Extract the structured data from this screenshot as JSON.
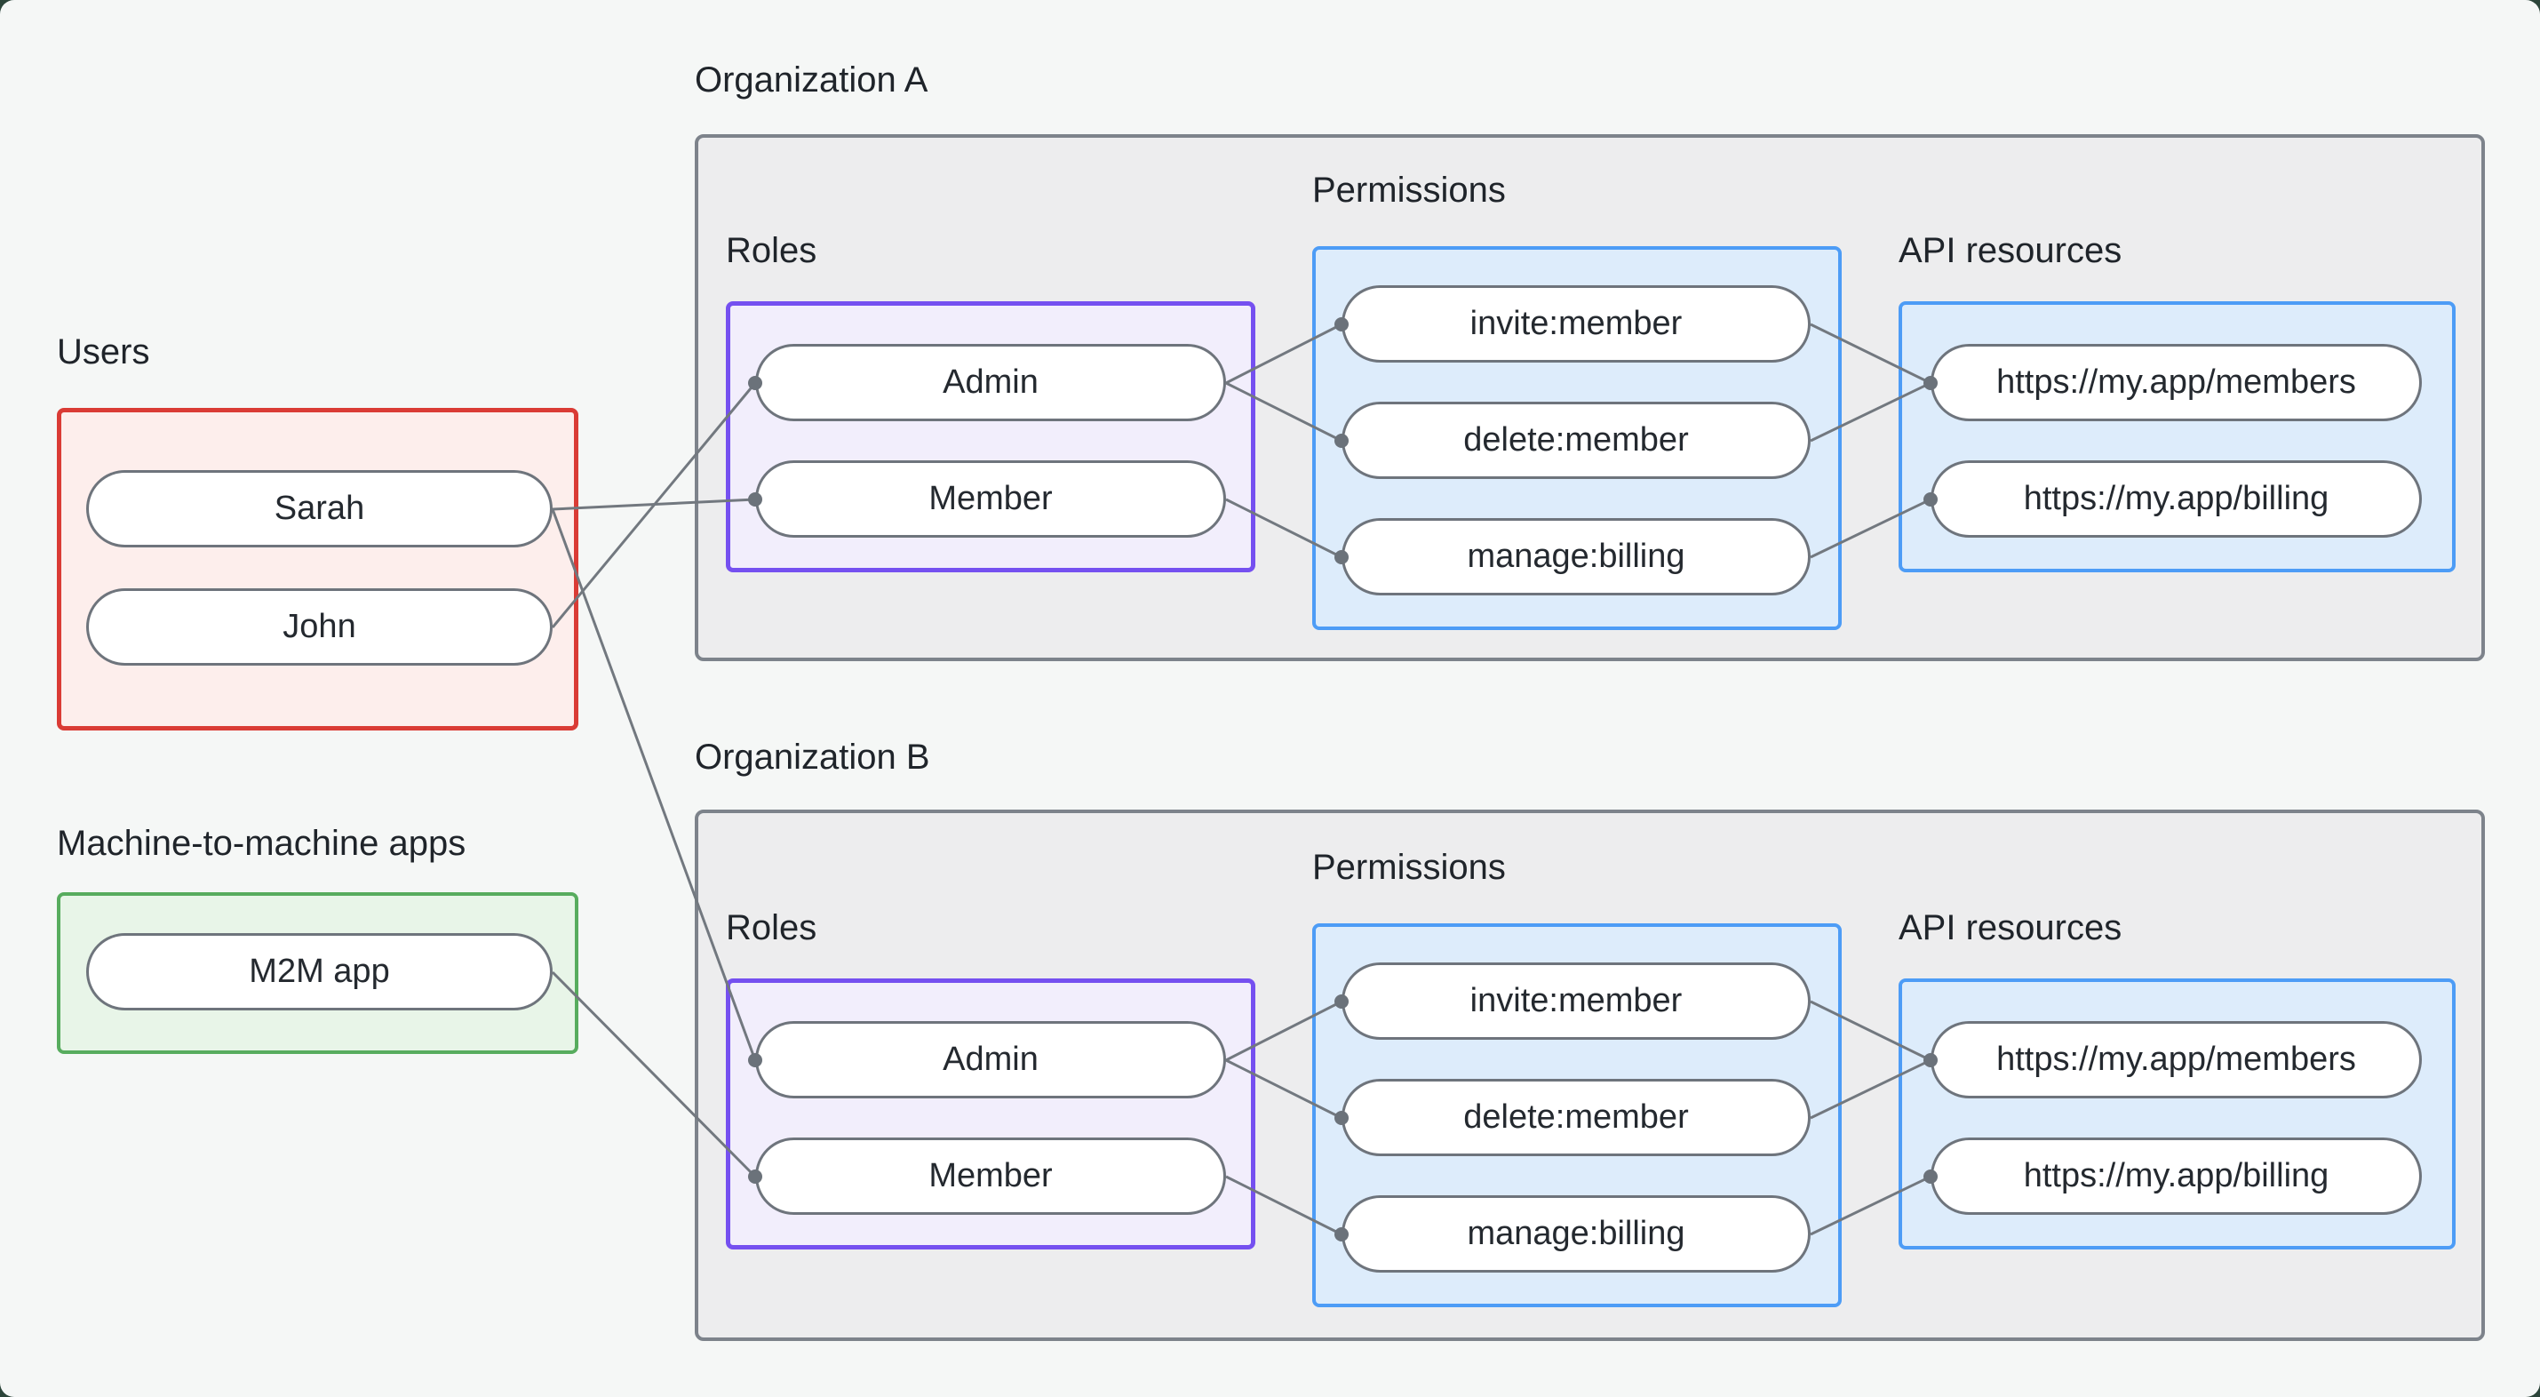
{
  "colors": {
    "page_background": "#f5f7f6",
    "window_frame": "#2c453a",
    "org_border": "#7d838b",
    "org_fill": "#ededee",
    "users_border": "#da3b35",
    "users_fill": "#fdeeec",
    "m2m_border": "#57ac5e",
    "m2m_fill": "#e8f5e8",
    "roles_border": "#7550f0",
    "roles_fill": "#f2eefc",
    "permissions_border": "#4d9cf6",
    "permissions_fill": "#ddecfb",
    "node_border": "#6e747c",
    "node_fill": "#ffffff",
    "edge_line": "#72787f",
    "text": "#1f242a"
  },
  "diagram": {
    "users_group": {
      "title": "Users",
      "style": "border-color:#da3b35;background:#fdeeec;",
      "nodes": [
        "Sarah",
        "John"
      ]
    },
    "m2m_group": {
      "title": "Machine-to-machine apps",
      "style": "border-color:#57ac5e;background:#e8f5e8;",
      "nodes": [
        "M2M app"
      ]
    },
    "organizations": [
      {
        "title": "Organization A",
        "style": "border-color:#7d838b;background:#ededee;",
        "sections": {
          "roles": {
            "title": "Roles",
            "style": "border-color:#7550f0;background:#f2eefc;",
            "nodes": [
              "Admin",
              "Member"
            ]
          },
          "permissions": {
            "title": "Permissions",
            "style": "border-color:#4d9cf6;background:#ddecfb;",
            "nodes": [
              "invite:member",
              "delete:member",
              "manage:billing"
            ]
          },
          "api_resources": {
            "title": "API resources",
            "style": "border-color:#4d9cf6;background:#ddecfb;",
            "nodes": [
              "https://my.app/members",
              "https://my.app/billing"
            ]
          }
        }
      },
      {
        "title": "Organization B",
        "style": "border-color:#7d838b;background:#ededee;",
        "sections": {
          "roles": {
            "title": "Roles",
            "style": "border-color:#7550f0;background:#f2eefc;",
            "nodes": [
              "Admin",
              "Member"
            ]
          },
          "permissions": {
            "title": "Permissions",
            "style": "border-color:#4d9cf6;background:#ddecfb;",
            "nodes": [
              "invite:member",
              "delete:member",
              "manage:billing"
            ]
          },
          "api_resources": {
            "title": "API resources",
            "style": "border-color:#4d9cf6;background:#ddecfb;",
            "nodes": [
              "https://my.app/members",
              "https://my.app/billing"
            ]
          }
        }
      }
    ],
    "edges": [
      {
        "from": "Sarah",
        "to": "Organization A / Member"
      },
      {
        "from": "John",
        "to": "Organization A / Admin"
      },
      {
        "from": "Sarah",
        "to": "Organization B / Admin"
      },
      {
        "from": "M2M app",
        "to": "Organization B / Member"
      },
      {
        "from": "Organization A / Admin",
        "to": "Organization A / invite:member"
      },
      {
        "from": "Organization A / Admin",
        "to": "Organization A / delete:member"
      },
      {
        "from": "Organization A / Member",
        "to": "Organization A / manage:billing"
      },
      {
        "from": "Organization A / invite:member",
        "to": "Organization A / https://my.app/members"
      },
      {
        "from": "Organization A / delete:member",
        "to": "Organization A / https://my.app/members"
      },
      {
        "from": "Organization A / manage:billing",
        "to": "Organization A / https://my.app/billing"
      },
      {
        "from": "Organization B / Admin",
        "to": "Organization B / invite:member"
      },
      {
        "from": "Organization B / Admin",
        "to": "Organization B / delete:member"
      },
      {
        "from": "Organization B / Member",
        "to": "Organization B / manage:billing"
      },
      {
        "from": "Organization B / invite:member",
        "to": "Organization B / https://my.app/members"
      },
      {
        "from": "Organization B / delete:member",
        "to": "Organization B / https://my.app/members"
      },
      {
        "from": "Organization B / manage:billing",
        "to": "Organization B / https://my.app/billing"
      }
    ]
  }
}
